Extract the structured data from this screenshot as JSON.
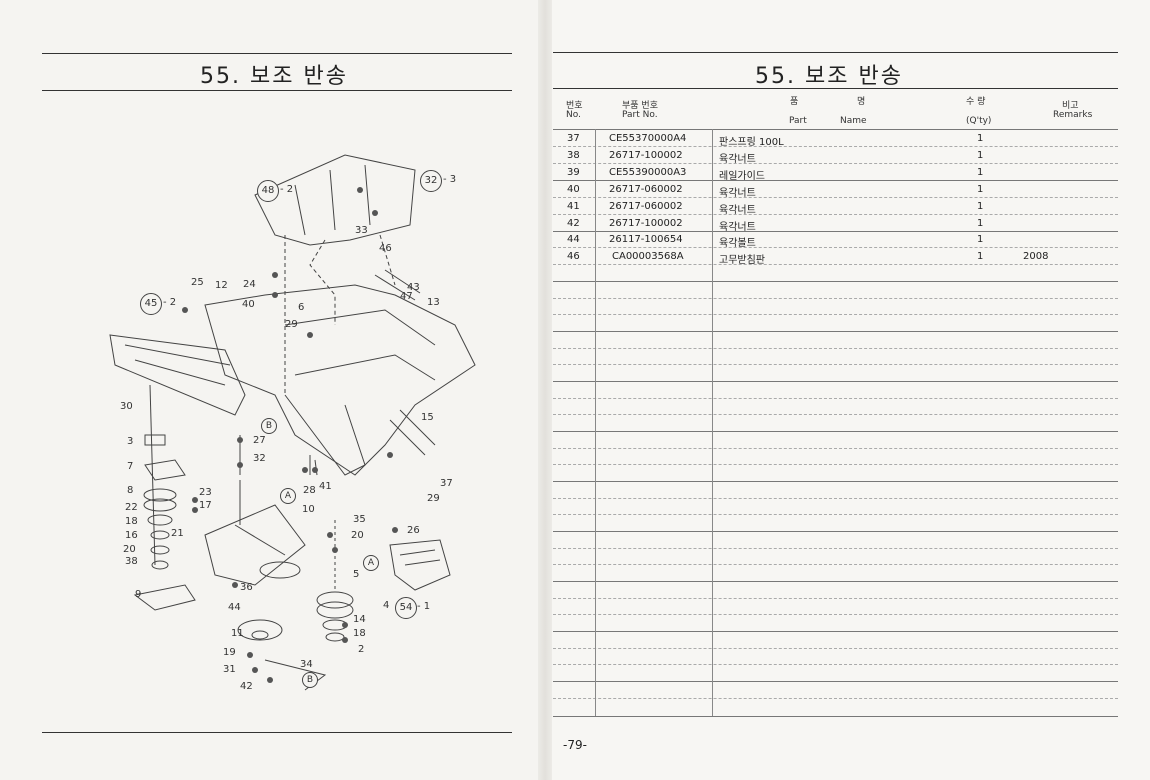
{
  "title": "55. 보조 반송",
  "table": {
    "headers": {
      "no_ko": "번호",
      "no_en": "No.",
      "part_no_ko": "부품 번호",
      "part_no_en": "Part  No.",
      "name_ko_1": "품",
      "name_ko_2": "명",
      "part_en": "Part",
      "name_en": "Name",
      "qty_ko": "수 량",
      "qty_en": "(Q'ty)",
      "remarks_ko": "비고",
      "remarks_en": "Remarks"
    },
    "rows": [
      {
        "no": "37",
        "part_no": "CE55370000A4",
        "name": "판스프링 100L",
        "qty": "1",
        "remarks": ""
      },
      {
        "no": "38",
        "part_no": "26717-100002",
        "name": "육각너트",
        "qty": "1",
        "remarks": ""
      },
      {
        "no": "39",
        "part_no": "CE55390000A3",
        "name": "레일가이드",
        "qty": "1",
        "remarks": ""
      },
      {
        "no": "40",
        "part_no": "26717-060002",
        "name": "육각너트",
        "qty": "1",
        "remarks": ""
      },
      {
        "no": "41",
        "part_no": "26717-060002",
        "name": "육각너트",
        "qty": "1",
        "remarks": ""
      },
      {
        "no": "42",
        "part_no": "26717-100002",
        "name": "육각너트",
        "qty": "1",
        "remarks": ""
      },
      {
        "no": "44",
        "part_no": "26117-100654",
        "name": "육각볼트",
        "qty": "1",
        "remarks": ""
      },
      {
        "no": "46",
        "part_no": "CA00003568A",
        "name": "고무받침판",
        "qty": "1",
        "remarks": "2008"
      }
    ]
  },
  "page_number": "-79-",
  "diagram_labels": {
    "c48": "48",
    "c48q": "- 2",
    "c32": "32",
    "c32q": "- 3",
    "c45": "45",
    "c45q": "- 2",
    "c54": "54",
    "c54q": "- 1",
    "n33": "33",
    "n46": "46",
    "n43": "43",
    "n47": "47",
    "n13": "13",
    "n25": "25",
    "n12": "12",
    "n24": "24",
    "n40": "40",
    "n6": "6",
    "n29a": "29",
    "n30": "30",
    "n3": "3",
    "n7": "7",
    "n8": "8",
    "n22": "22",
    "n18a": "18",
    "n16": "16",
    "n20a": "20",
    "n38": "38",
    "n9": "9",
    "n27": "27",
    "n32b": "32",
    "n28": "28",
    "n41": "41",
    "n15": "15",
    "n37": "37",
    "n29b": "29",
    "n23": "23",
    "n17": "17",
    "n21": "21",
    "n10": "10",
    "n35": "35",
    "n20b": "20",
    "n26": "26",
    "n36": "36",
    "n44": "44",
    "n5": "5",
    "n4": "4",
    "n14": "14",
    "n18b": "18",
    "n2": "2",
    "n11": "11",
    "n19": "19",
    "n31": "31",
    "n34": "34",
    "n42": "42",
    "bA1": "A",
    "bA2": "A",
    "bB1": "B",
    "bB2": "B"
  }
}
